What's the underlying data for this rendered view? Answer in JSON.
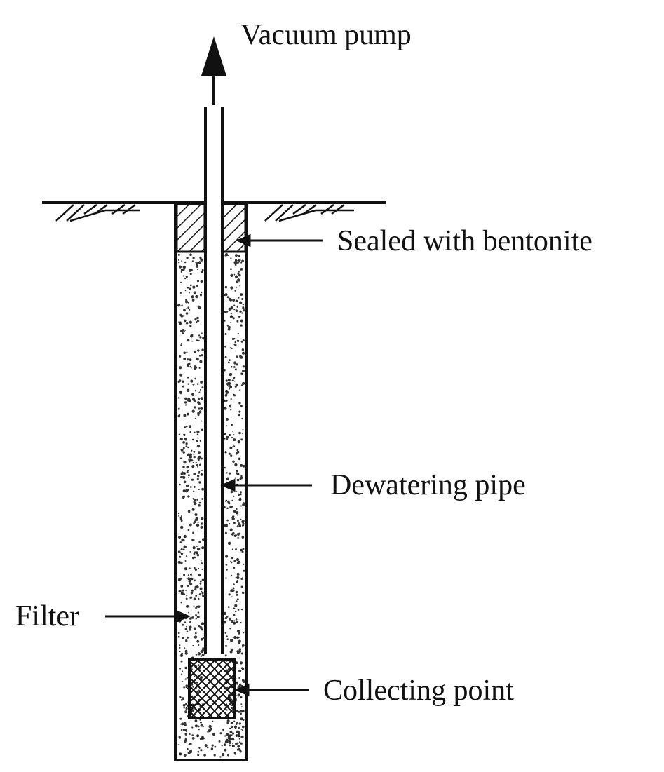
{
  "labels": {
    "vacuum_pump": "Vacuum pump",
    "sealed": "Sealed with bentonite",
    "dewatering_pipe": "Dewatering pipe",
    "filter": "Filter",
    "collecting_point": "Collecting point"
  },
  "colors": {
    "ink": "#111111",
    "background": "#ffffff"
  }
}
